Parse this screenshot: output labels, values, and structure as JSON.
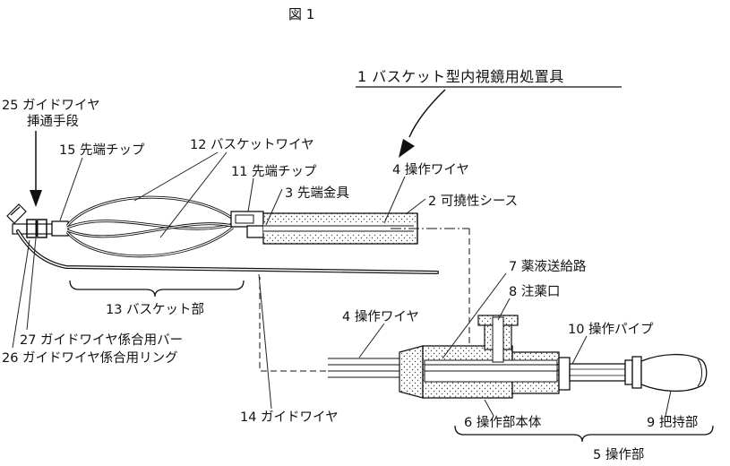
{
  "figure": {
    "title": "図 1",
    "main_label": "1 バスケット型内視鏡用処置具"
  },
  "labels": {
    "guidewire_insertion_1": "25 ガイドワイヤ",
    "guidewire_insertion_2": "挿通手段",
    "tip_15": "15 先端チップ",
    "basket_wire_12": "12 バスケットワイヤ",
    "tip_11": "11 先端チップ",
    "fitting_3": "3 先端金具",
    "operation_wire_4_upper": "4 操作ワイヤ",
    "sheath_2": "2 可撓性シース",
    "basket_section_13": "13 バスケット部",
    "bar_27": "27 ガイドワイヤ係合用バー",
    "ring_26": "26 ガイドワイヤ係合用リング",
    "liquid_channel_7": "7 薬液送給路",
    "injection_port_8": "8 注薬口",
    "operation_wire_4_lower": "4 操作ワイヤ",
    "operation_pipe_10": "10 操作パイプ",
    "guide_wire_14": "14 ガイドワイヤ",
    "handle_body_6": "6 操作部本体",
    "grip_9": "9 把持部",
    "handle_section_5": "5 操作部"
  },
  "colors": {
    "ink": "#111111",
    "background": "#ffffff"
  }
}
